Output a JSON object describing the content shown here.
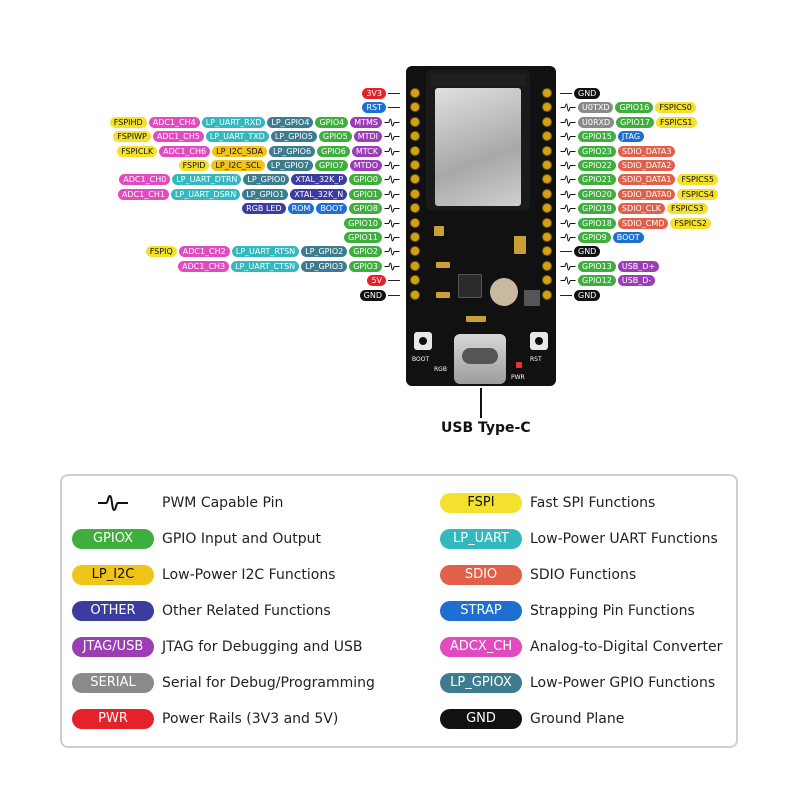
{
  "colors": {
    "GPIO": "#3fae3f",
    "PWR": "#e5222a",
    "STRAP": "#1f6fd1",
    "GND": "#111111",
    "JTAG": "#9b3db5",
    "ADC": "#e04bbf",
    "LP_UART": "#33b8bd",
    "LP_GPIO": "#3c7c8e",
    "FSPI": "#f4e12e",
    "LP_I2C": "#f0c419",
    "OTHER": "#3c3ca0",
    "SERIAL": "#8a8a8a",
    "SDIO": "#e0604a"
  },
  "left_pins": [
    {
      "tags": [
        {
          "text": "3V3",
          "type": "PWR"
        }
      ],
      "pwm": false
    },
    {
      "tags": [
        {
          "text": "RST",
          "type": "STRAP"
        }
      ],
      "pwm": false
    },
    {
      "tags": [
        {
          "text": "MTMS",
          "type": "JTAG"
        },
        {
          "text": "GPIO4",
          "type": "GPIO"
        },
        {
          "text": "LP_GPIO4",
          "type": "LP_GPIO"
        },
        {
          "text": "LP_UART_RXD",
          "type": "LP_UART"
        },
        {
          "text": "ADC1_CH4",
          "type": "ADC"
        },
        {
          "text": "FSPIHD",
          "type": "FSPI"
        }
      ],
      "pwm": true
    },
    {
      "tags": [
        {
          "text": "MTDI",
          "type": "JTAG"
        },
        {
          "text": "GPIO5",
          "type": "GPIO"
        },
        {
          "text": "LP_GPIO5",
          "type": "LP_GPIO"
        },
        {
          "text": "LP_UART_TXD",
          "type": "LP_UART"
        },
        {
          "text": "ADC1_CH5",
          "type": "ADC"
        },
        {
          "text": "FSPIWP",
          "type": "FSPI"
        }
      ],
      "pwm": true
    },
    {
      "tags": [
        {
          "text": "MTCK",
          "type": "JTAG"
        },
        {
          "text": "GPIO6",
          "type": "GPIO"
        },
        {
          "text": "LP_GPIO6",
          "type": "LP_GPIO"
        },
        {
          "text": "LP_I2C_SDA",
          "type": "LP_I2C"
        },
        {
          "text": "ADC1_CH6",
          "type": "ADC"
        },
        {
          "text": "FSPICLK",
          "type": "FSPI"
        }
      ],
      "pwm": true
    },
    {
      "tags": [
        {
          "text": "MTDO",
          "type": "JTAG"
        },
        {
          "text": "GPIO7",
          "type": "GPIO"
        },
        {
          "text": "LP_GPIO7",
          "type": "LP_GPIO"
        },
        {
          "text": "LP_I2C_SCL",
          "type": "LP_I2C"
        },
        {
          "text": "FSPID",
          "type": "FSPI"
        }
      ],
      "pwm": true
    },
    {
      "tags": [
        {
          "text": "GPIO0",
          "type": "GPIO"
        },
        {
          "text": "XTAL_32K_P",
          "type": "OTHER"
        },
        {
          "text": "LP_GPIO0",
          "type": "LP_GPIO"
        },
        {
          "text": "LP_UART_DTRN",
          "type": "LP_UART"
        },
        {
          "text": "ADC1_CH0",
          "type": "ADC"
        }
      ],
      "pwm": true
    },
    {
      "tags": [
        {
          "text": "GPIO1",
          "type": "GPIO"
        },
        {
          "text": "XTAL_32K_N",
          "type": "OTHER"
        },
        {
          "text": "LP_GPIO1",
          "type": "LP_GPIO"
        },
        {
          "text": "LP_UART_DSRN",
          "type": "LP_UART"
        },
        {
          "text": "ADC1_CH1",
          "type": "ADC"
        }
      ],
      "pwm": true
    },
    {
      "tags": [
        {
          "text": "GPIO8",
          "type": "GPIO"
        },
        {
          "text": "BOOT",
          "type": "STRAP"
        },
        {
          "text": "ROM",
          "type": "STRAP"
        },
        {
          "text": "RGB LED",
          "type": "OTHER"
        }
      ],
      "pwm": true
    },
    {
      "tags": [
        {
          "text": "GPIO10",
          "type": "GPIO"
        }
      ],
      "pwm": true
    },
    {
      "tags": [
        {
          "text": "GPIO11",
          "type": "GPIO"
        }
      ],
      "pwm": true
    },
    {
      "tags": [
        {
          "text": "GPIO2",
          "type": "GPIO"
        },
        {
          "text": "LP_GPIO2",
          "type": "LP_GPIO"
        },
        {
          "text": "LP_UART_RTSN",
          "type": "LP_UART"
        },
        {
          "text": "ADC1_CH2",
          "type": "ADC"
        },
        {
          "text": "FSPIQ",
          "type": "FSPI"
        }
      ],
      "pwm": true
    },
    {
      "tags": [
        {
          "text": "GPIO3",
          "type": "GPIO"
        },
        {
          "text": "LP_GPIO3",
          "type": "LP_GPIO"
        },
        {
          "text": "LP_UART_CTSN",
          "type": "LP_UART"
        },
        {
          "text": "ADC1_CH3",
          "type": "ADC"
        }
      ],
      "pwm": true
    },
    {
      "tags": [
        {
          "text": "5V",
          "type": "PWR"
        }
      ],
      "pwm": false
    },
    {
      "tags": [
        {
          "text": "GND",
          "type": "GND"
        }
      ],
      "pwm": false
    }
  ],
  "right_pins": [
    {
      "tags": [
        {
          "text": "GND",
          "type": "GND"
        }
      ],
      "pwm": false
    },
    {
      "tags": [
        {
          "text": "U0TXD",
          "type": "SERIAL"
        },
        {
          "text": "GPIO16",
          "type": "GPIO"
        },
        {
          "text": "FSPICS0",
          "type": "FSPI"
        }
      ],
      "pwm": true
    },
    {
      "tags": [
        {
          "text": "U0RXD",
          "type": "SERIAL"
        },
        {
          "text": "GPIO17",
          "type": "GPIO"
        },
        {
          "text": "FSPICS1",
          "type": "FSPI"
        }
      ],
      "pwm": true
    },
    {
      "tags": [
        {
          "text": "GPIO15",
          "type": "GPIO"
        },
        {
          "text": "JTAG",
          "type": "STRAP"
        }
      ],
      "pwm": true
    },
    {
      "tags": [
        {
          "text": "GPIO23",
          "type": "GPIO"
        },
        {
          "text": "SDIO_DATA3",
          "type": "SDIO"
        }
      ],
      "pwm": true
    },
    {
      "tags": [
        {
          "text": "GPIO22",
          "type": "GPIO"
        },
        {
          "text": "SDIO_DATA2",
          "type": "SDIO"
        }
      ],
      "pwm": true
    },
    {
      "tags": [
        {
          "text": "GPIO21",
          "type": "GPIO"
        },
        {
          "text": "SDIO_DATA1",
          "type": "SDIO"
        },
        {
          "text": "FSPICS5",
          "type": "FSPI"
        }
      ],
      "pwm": true
    },
    {
      "tags": [
        {
          "text": "GPIO20",
          "type": "GPIO"
        },
        {
          "text": "SDIO_DATA0",
          "type": "SDIO"
        },
        {
          "text": "FSPICS4",
          "type": "FSPI"
        }
      ],
      "pwm": true
    },
    {
      "tags": [
        {
          "text": "GPIO19",
          "type": "GPIO"
        },
        {
          "text": "SDIO_CLK",
          "type": "SDIO"
        },
        {
          "text": "FSPICS3",
          "type": "FSPI"
        }
      ],
      "pwm": true
    },
    {
      "tags": [
        {
          "text": "GPIO18",
          "type": "GPIO"
        },
        {
          "text": "SDIO_CMD",
          "type": "SDIO"
        },
        {
          "text": "FSPICS2",
          "type": "FSPI"
        }
      ],
      "pwm": true
    },
    {
      "tags": [
        {
          "text": "GPIO9",
          "type": "GPIO"
        },
        {
          "text": "BOOT",
          "type": "STRAP"
        }
      ],
      "pwm": true
    },
    {
      "tags": [
        {
          "text": "GND",
          "type": "GND"
        }
      ],
      "pwm": false
    },
    {
      "tags": [
        {
          "text": "GPIO13",
          "type": "GPIO"
        },
        {
          "text": "USB_D+",
          "type": "JTAG"
        }
      ],
      "pwm": true
    },
    {
      "tags": [
        {
          "text": "GPIO12",
          "type": "GPIO"
        },
        {
          "text": "USB_D-",
          "type": "JTAG"
        }
      ],
      "pwm": true
    },
    {
      "tags": [
        {
          "text": "GND",
          "type": "GND"
        }
      ],
      "pwm": false
    }
  ],
  "board": {
    "rgb_label": "RGB",
    "pwr_label": "PWR",
    "boot_label": "BOOT",
    "rst_label": "RST"
  },
  "usb_label": "USB Type-C",
  "legend": [
    {
      "pill": "",
      "type": "WAVE",
      "desc": "PWM Capable Pin"
    },
    {
      "pill": "FSPI",
      "type": "FSPI",
      "desc": "Fast SPI Functions"
    },
    {
      "pill": "GPIOX",
      "type": "GPIO",
      "desc": "GPIO Input and Output"
    },
    {
      "pill": "LP_UART",
      "type": "LP_UART",
      "desc": "Low-Power UART Functions"
    },
    {
      "pill": "LP_I2C",
      "type": "LP_I2C",
      "desc": "Low-Power I2C Functions"
    },
    {
      "pill": "SDIO",
      "type": "SDIO",
      "desc": "SDIO Functions"
    },
    {
      "pill": "OTHER",
      "type": "OTHER",
      "desc": "Other Related Functions"
    },
    {
      "pill": "STRAP",
      "type": "STRAP",
      "desc": "Strapping Pin Functions"
    },
    {
      "pill": "JTAG/USB",
      "type": "JTAG",
      "desc": "JTAG for Debugging and USB"
    },
    {
      "pill": "ADCX_CH",
      "type": "ADC",
      "desc": "Analog-to-Digital Converter"
    },
    {
      "pill": "SERIAL",
      "type": "SERIAL",
      "desc": "Serial for Debug/Programming"
    },
    {
      "pill": "LP_GPIOX",
      "type": "LP_GPIO",
      "desc": "Low-Power GPIO Functions"
    },
    {
      "pill": "PWR",
      "type": "PWR",
      "desc": "Power Rails (3V3 and 5V)"
    },
    {
      "pill": "GND",
      "type": "GND",
      "desc": "Ground Plane"
    }
  ]
}
